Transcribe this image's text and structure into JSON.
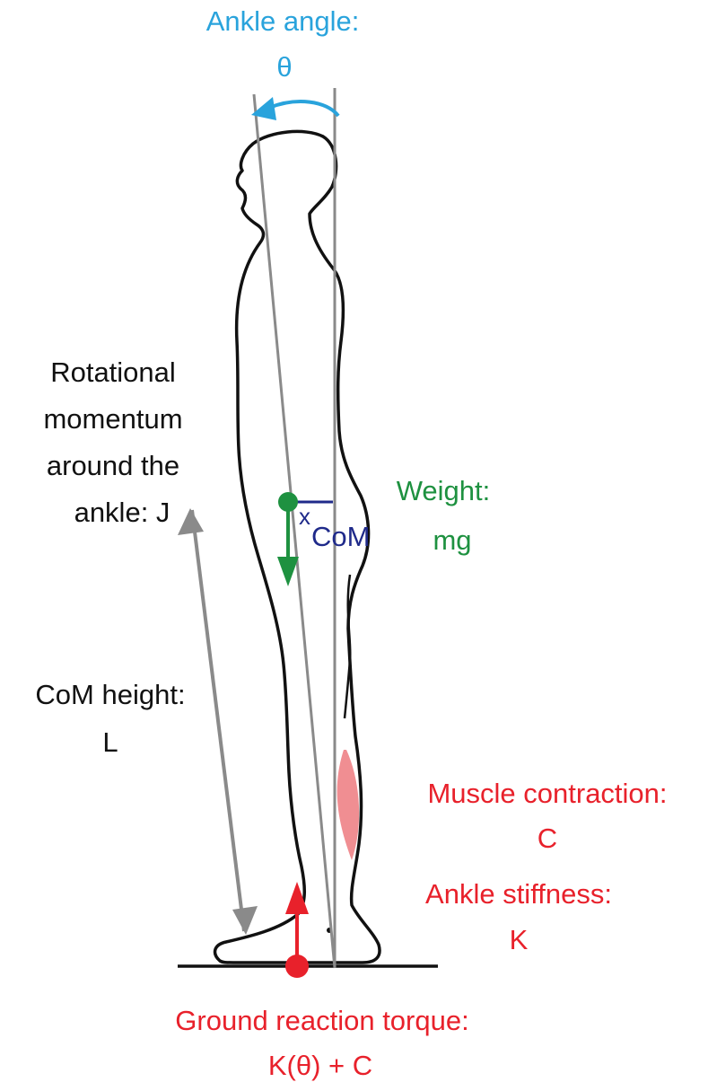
{
  "colors": {
    "angle": "#29a3dc",
    "weight": "#1e9140",
    "com_marker": "#1f2a8a",
    "muscle": "#e8212b",
    "muscle_fill": "#f08e92",
    "text": "#111111",
    "gray_line": "#8a8a8a"
  },
  "labels": {
    "ankle_angle_title": "Ankle angle:",
    "ankle_angle_symbol": "θ",
    "momentum_line1": "Rotational",
    "momentum_line2": "momentum",
    "momentum_line3": "around the",
    "momentum_line4": "ankle: J",
    "weight_title": "Weight:",
    "weight_symbol": "mg",
    "com_x": "x",
    "com_label": "CoM",
    "height_title": "CoM height:",
    "height_symbol": "L",
    "muscle_title": "Muscle contraction:",
    "muscle_symbol": "C",
    "stiffness_title": "Ankle stiffness:",
    "stiffness_symbol": "K",
    "torque_title": "Ground reaction torque:",
    "torque_formula": "K(θ) + C"
  }
}
